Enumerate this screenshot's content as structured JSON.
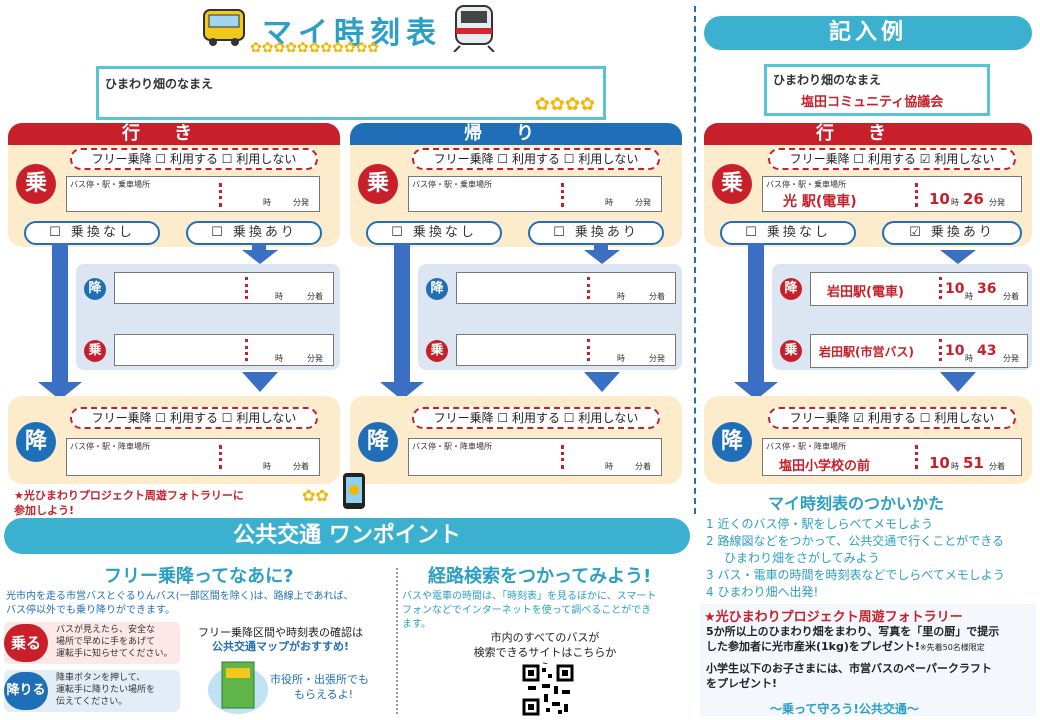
{
  "header": {
    "title": "マイ時刻表",
    "name_label": "ひまわり畑のなまえ"
  },
  "outbound": {
    "title": "行き",
    "ride": "乗",
    "alight": "降",
    "free": "フリー乗降 ☐ 利用する ☐ 利用しない",
    "stop_label": "バス停・駅・乗車場所",
    "alight_label": "バス停・駅・降車場所",
    "hour": "時",
    "dep": "分発",
    "arr": "分着",
    "no_transfer": "☐ 乗換なし",
    "transfer": "☐ 乗換あり"
  },
  "inbound": {
    "title": "帰り"
  },
  "example": {
    "title": "記入例",
    "name_label": "ひまわり畑のなまえ",
    "name_value": "塩田コミュニティ協議会",
    "title_out": "行き",
    "free_top": "フリー乗降 ☐ 利用する ☑ 利用しない",
    "free_bottom": "フリー乗降 ☑ 利用する ☐ 利用しない",
    "ride_stop": "光 駅(電車)",
    "ride_h": "10",
    "ride_m": "26",
    "no_transfer": "☐ 乗換なし",
    "transfer": "☑ 乗換あり",
    "t_alight": "岩田駅(電車)",
    "t_alight_h": "10",
    "t_alight_m": "36",
    "t_ride": "岩田駅(市営バス)",
    "t_ride_h": "10",
    "t_ride_m": "43",
    "alight": "塩田小学校の前",
    "alight_h": "10",
    "alight_m": "51"
  },
  "usage": {
    "title": "マイ時刻表のつかいかた",
    "steps": [
      "1 近くのバス停・駅をしらべてメモしよう",
      "2 路線図などをつかって、公共交通で行くことができる",
      "ひまわり畑をさがしてみよう",
      "3 バス・電車の時間を時刻表などでしらべてメモしよう",
      "4 ひまわり畑へ出発!"
    ]
  },
  "rally": {
    "title": "★光ひまわりプロジェクト周遊フォトラリー",
    "line1": "5か所以上のひまわり畑をまわり、写真を「里の厨」で提示",
    "line2": "した参加者に光市産米(1kg)をプレゼント!",
    "note": "※先着50名様限定",
    "line3": "小学生以下のお子さまには、市営バスのペーパークラフト",
    "line4": "をプレゼント!",
    "footer": "〜乗って守ろう!公共交通〜",
    "left_line1": "★光ひまわりプロジェクト周遊フォトラリーに",
    "left_line2": "参加しよう!"
  },
  "onepoint": {
    "banner": "公共交通 ワンポイント",
    "free_title": "フリー乗降ってなあに?",
    "free_text": [
      "光市内を走る市営バスとぐるりんバス(一部区間を除く)は、路線上であれば、",
      "バス停以外でも乗り降りができます。"
    ],
    "ride_btn": "乗る",
    "ride_text": [
      "バスが見えたら、安全な",
      "場所で早めに手をあげて",
      "運転手に知らせてください。"
    ],
    "off_btn": "降りる",
    "off_text": [
      "降車ボタンを押して、",
      "運転手に降りたい場所を",
      "伝えてください。"
    ],
    "map_text": [
      "フリー乗降区間や時刻表の確認は",
      "公共交通マップがおすすめ!"
    ],
    "office_text": [
      "市役所・出張所でも",
      "もらえるよ!"
    ],
    "route_title": "経路検索をつかってみよう!",
    "route_text": [
      "バスや電車の時間は、「時刻表」を見るほかに、スマート",
      "フォンなどでインターネットを使って調べることができ",
      "ます。"
    ],
    "qr_text": [
      "市内のすべてのバスが",
      "検索できるサイトはこちらから"
    ]
  },
  "colors": {
    "red": "#c8202b",
    "blue": "#1f6fb8",
    "teal": "#3bb1cf",
    "cream": "#fdeccc"
  }
}
